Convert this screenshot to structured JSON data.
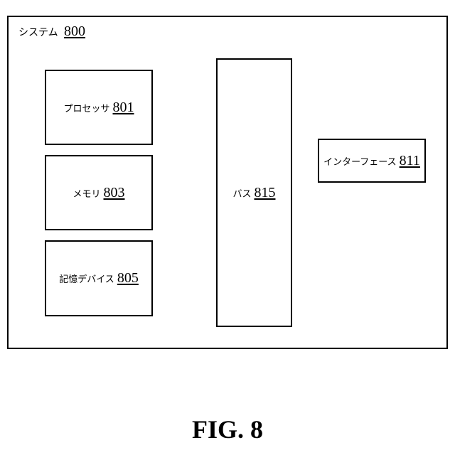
{
  "system": {
    "label": "システム",
    "ref": "800"
  },
  "components": {
    "processor": {
      "label": "プロセッサ",
      "ref": "801"
    },
    "memory": {
      "label": "メモリ",
      "ref": "803"
    },
    "storage": {
      "label": "記憶デバイス",
      "ref": "805"
    },
    "bus": {
      "label": "バス",
      "ref": "815"
    },
    "interface": {
      "label": "インターフェース",
      "ref": "811"
    }
  },
  "figure": {
    "title": "FIG. 8"
  }
}
